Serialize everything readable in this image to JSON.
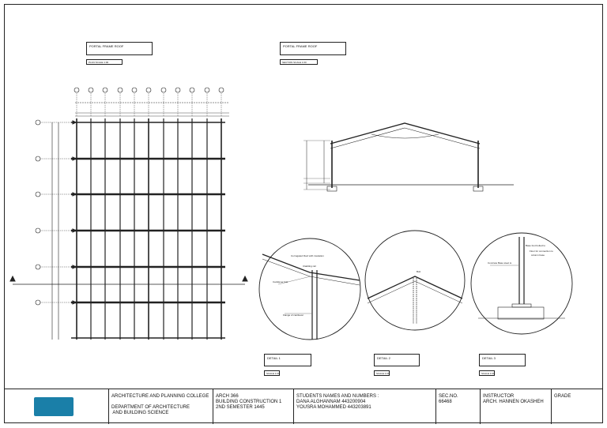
{
  "labels": {
    "plan_title": "PORTAL FRAME ROOF",
    "plan_scale": "PLAN  SCALE 1:00",
    "section_title": "PORTAL FRAME ROOF",
    "section_scale": "SECTION  SCALE 1:00",
    "detail1": "DETAIL 1",
    "detail2": "DETAIL 2",
    "detail3": "DETAIL 3",
    "detail_scale": "SCALE 1:00"
  },
  "details": {
    "d1_notes": [
      "Corrugated Roof with insulation",
      "Cladding rail",
      "Cantilever bolt",
      "Flange of cantilever"
    ],
    "d2_notes": [
      "Bolt"
    ],
    "d3_notes": [
      "Concrete Base steel to",
      "Base foot bolted to",
      "Floor for connection to",
      "column base"
    ]
  },
  "title_block": {
    "college_line1": "ARCHITECTURE AND PLANNING COLLEGE",
    "college_line2": "DEPARTMENT OF ARCHITECTURE",
    "college_line3": " AND BUILDING SCIENCE",
    "course_line1": "ARCH 366",
    "course_line2": "BUILDING CONSTRUCTION 1",
    "course_line3": "2ND SEMESTER 1445",
    "students_head": "STUDENTS NAMES AND NUMBERS :",
    "student1": "DANA ALGHANNAM 443200904",
    "student2": "YOUSRA MOHAMMED 443203891",
    "sec_head": "SEC.NO.",
    "sec_value": "66468",
    "instructor_head": "INSTRUCTOR",
    "instructor_value": "ARCH. HANNEN OKASHEH",
    "grade_head": "GRADE"
  },
  "colors": {
    "logo": "#1a7fa8",
    "line": "#222222"
  }
}
